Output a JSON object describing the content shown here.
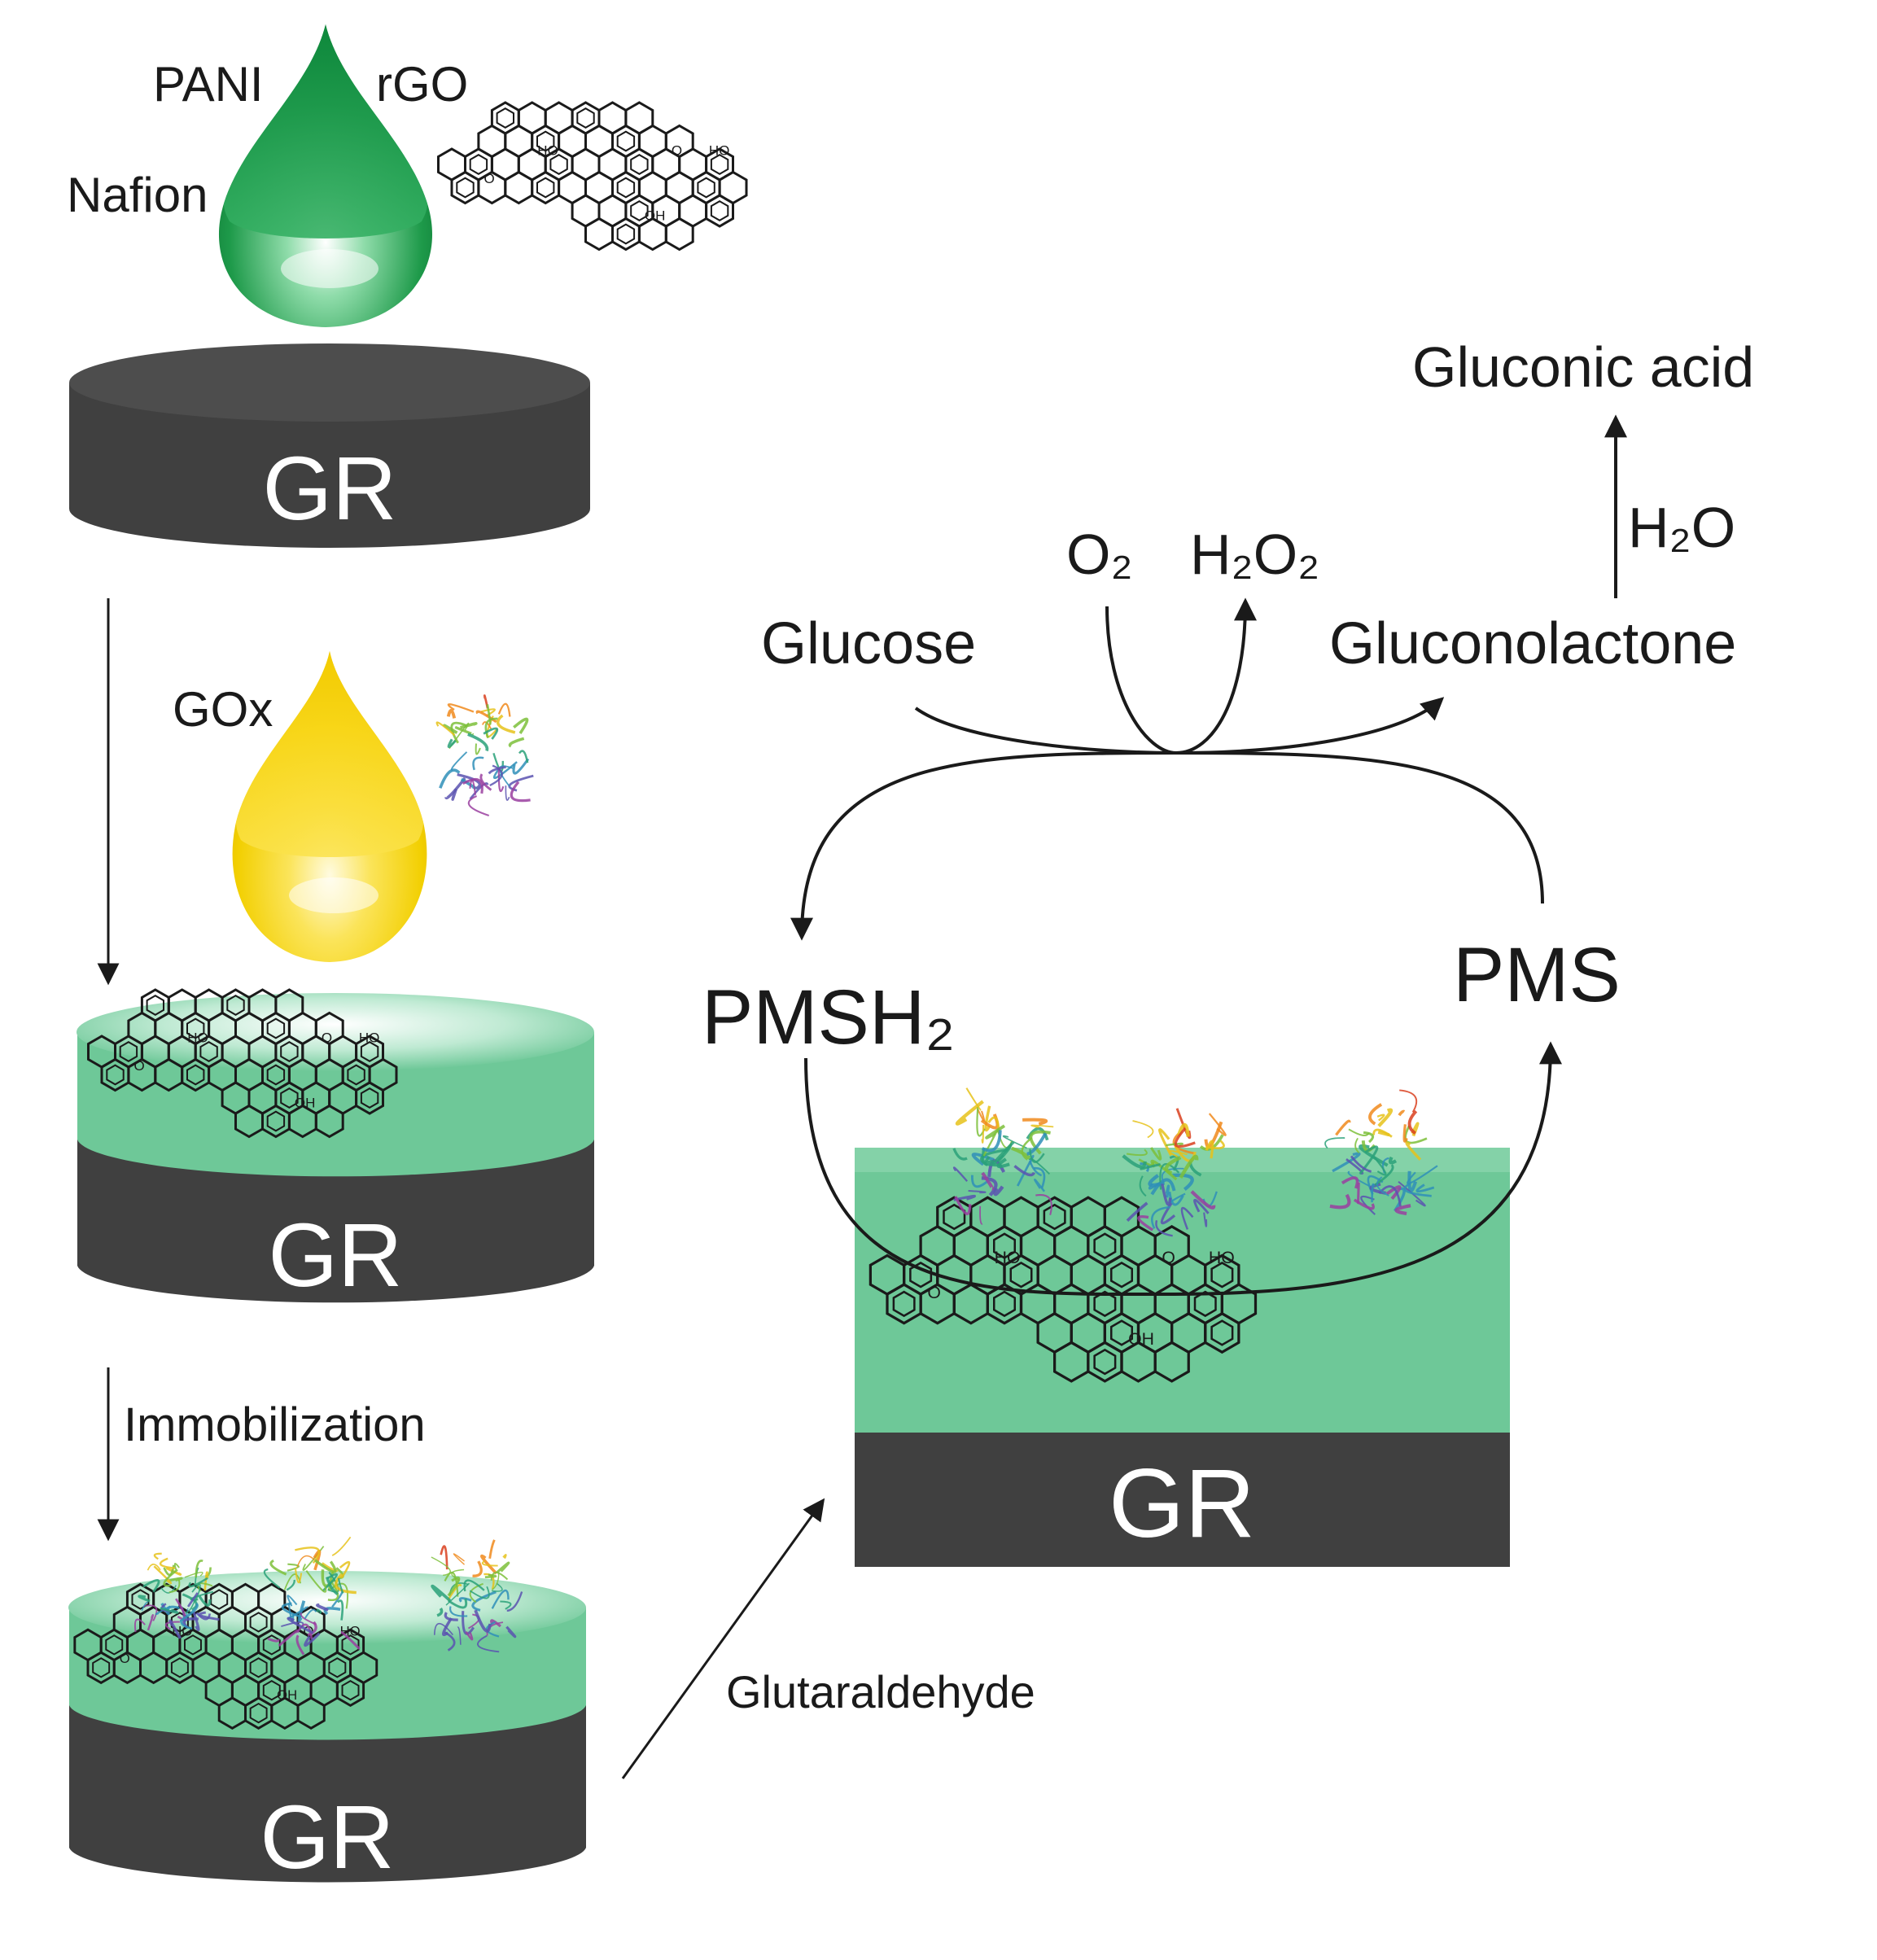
{
  "drops": {
    "first": {
      "labels": [
        "PANI",
        "rGO",
        "Nafion"
      ]
    },
    "second": {
      "label": "GOx"
    }
  },
  "electrodes": {
    "label": "GR"
  },
  "steps": {
    "immobilization": "Immobilization",
    "glutaraldehyde": "Glutaraldehyde"
  },
  "reaction": {
    "glucose": "Glucose",
    "o2": "O₂",
    "h2o2": "H₂O₂",
    "gluconolactone": "Gluconolactone",
    "h2o": "H₂O",
    "gluconic_acid": "Gluconic acid",
    "pms": "PMS",
    "pmsh2": "PMSH₂"
  },
  "chemistry": {
    "ho": "HO",
    "oh": "OH",
    "o": "O"
  },
  "colors": {
    "electrode": "#404040",
    "electrode_top": "#4a4a4a",
    "green_drop": "#1e9a4a",
    "yellow_drop": "#f4d400",
    "film": "#6ec898",
    "film_top": "#a9e2c3",
    "arrow": "#1a1a1a"
  }
}
